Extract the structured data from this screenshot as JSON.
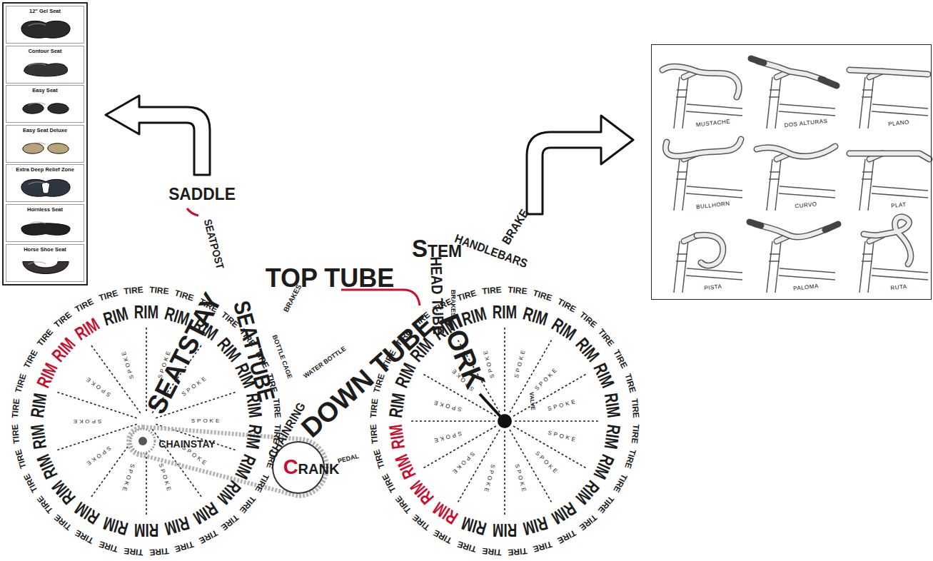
{
  "diagram": {
    "nodes": [
      {
        "text": [
          "12\" Gel Seat"
        ]
      },
      {
        "text": [
          "Contour Seat"
        ]
      },
      {
        "text": [
          "Easy Seat"
        ]
      },
      {
        "text": [
          "Easy Seat Deluxe"
        ]
      },
      {
        "text": [
          "Extra Deep Relief Zone"
        ]
      },
      {
        "text": [
          "Hornless Seat"
        ]
      },
      {
        "text": [
          "Horse Shoe Seat"
        ]
      },
      {
        "text": [
          "MUSTACHE",
          "DOS ALTURAS",
          "PLANO",
          "BULLHORN",
          "CURVO",
          "PLAT",
          "PISTA",
          "PALOMA",
          "RUTA"
        ]
      }
    ],
    "labels": [
      "SADDLE",
      "SEATPOST",
      "SEATTUBE",
      "TOP TUBE",
      "STEM",
      "HANDLEBARS",
      "BRAKE",
      "HEAD TUBE",
      "BRAKES",
      "FORK",
      "DOWN TUBE",
      "BRAKES",
      "SEATSTAY",
      "BOTTLE CAGE",
      "WATER BOTTLE",
      "CHAINSTAY",
      "CHAINRING",
      "CRANK",
      "PEDAL",
      "VALVE",
      "TIRE",
      "TIRE",
      "TIRE",
      "TIRE",
      "TIRE",
      "TIRE",
      "TIRE",
      "TIRE",
      "TIRE",
      "TIRE",
      "TIRE",
      "TIRE",
      "TIRE",
      "TIRE",
      "TIRE",
      "TIRE",
      "TIRE",
      "TIRE",
      "TIRE",
      "TIRE",
      "TIRE",
      "TIRE",
      "TIRE",
      "TIRE",
      "TIRE",
      "TIRE",
      "TIRE",
      "TIRE",
      "TIRE",
      "TIRE",
      "TIRE",
      "TIRE",
      "RIM",
      "RIM",
      "RIM",
      "RIM",
      "RIM",
      "RIM",
      "RIM",
      "RIM",
      "RIM",
      "RIM",
      "RIM",
      "RIM",
      "RIM",
      "RIM",
      "RIM",
      "RIM",
      "RIM",
      "RIM",
      "RIM",
      "RIM",
      "RIM",
      "RIM",
      "SPOKE",
      "SPOKE",
      "SPOKE",
      "SPOKE",
      "SPOKE",
      "SPOKE",
      "SPOKE",
      "SPOKE",
      "SPOKE",
      "SPOKE",
      "TIRE",
      "TIRE",
      "TIRE",
      "TIRE",
      "TIRE",
      "TIRE",
      "TIRE",
      "TIRE",
      "TIRE",
      "TIRE",
      "TIRE",
      "TIRE",
      "TIRE",
      "TIRE",
      "TIRE",
      "TIRE",
      "TIRE",
      "TIRE",
      "TIRE",
      "TIRE",
      "TIRE",
      "TIRE",
      "TIRE",
      "TIRE",
      "TIRE",
      "TIRE",
      "TIRE",
      "TIRE",
      "TIRE",
      "TIRE",
      "TIRE",
      "TIRE",
      "RIM",
      "RIM",
      "RIM",
      "RIM",
      "RIM",
      "RIM",
      "RIM",
      "RIM",
      "RIM",
      "RIM",
      "RIM",
      "RIM",
      "RIM",
      "RIM",
      "RIM",
      "RIM",
      "RIM",
      "RIM",
      "RIM",
      "RIM",
      "RIM",
      "RIM",
      "SPOKE",
      "SPOKE",
      "SPOKE",
      "SPOKE",
      "SPOKE",
      "SPOKE",
      "SPOKE",
      "SPOKE",
      "SPOKE",
      "SPOKE",
      "SPOKE",
      "SPOKE"
    ]
  }
}
